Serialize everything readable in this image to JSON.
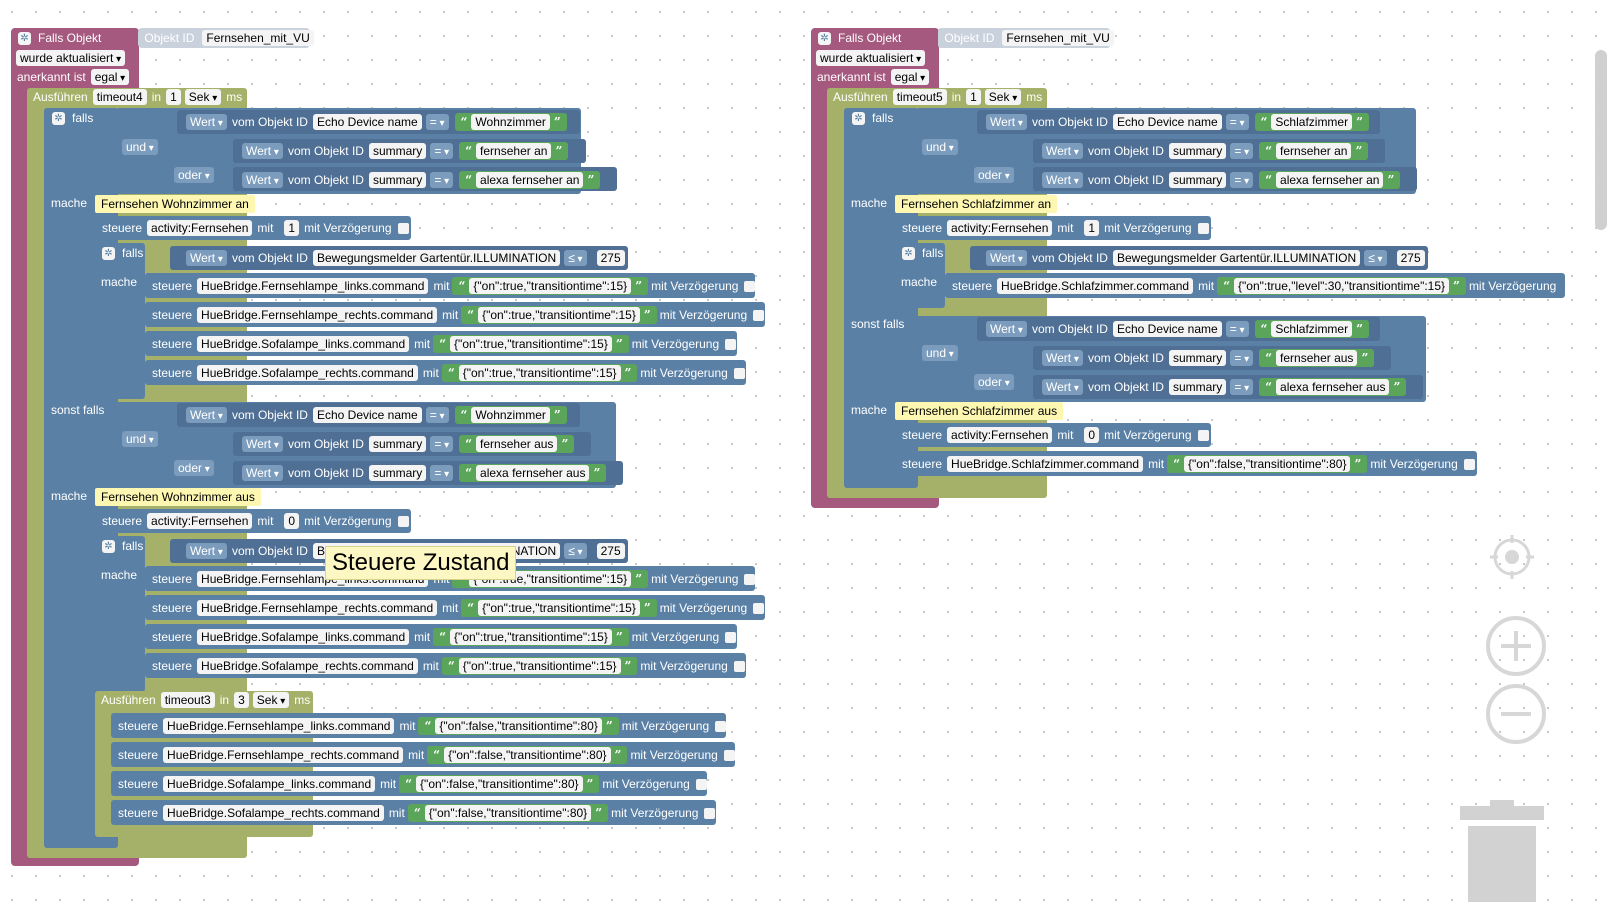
{
  "trigger": {
    "falls_objekt": "Falls Objekt",
    "objekt_id_label": "Objekt ID",
    "objekt_id_value": "Fernsehen_mit_VU",
    "wurde_aktualisiert": "wurde aktualisiert",
    "anerkannt_ist": "anerkannt ist",
    "egal": "egal"
  },
  "labels": {
    "ausfuehren": "Ausführen",
    "in": "in",
    "sek": "Sek",
    "ms": "ms",
    "falls": "falls",
    "und": "und",
    "oder": "oder",
    "mache": "mache",
    "sonst_falls": "sonst falls",
    "wert": "Wert",
    "vom_objekt_id": "vom Objekt ID",
    "eq": "=",
    "le": "≤",
    "steuere": "steuere",
    "mit": "mit",
    "mit_verzoegerung": "mit Verzögerung",
    "echo_device_name": "Echo Device name",
    "summary": "summary",
    "bewegungsmelder": "Bewegungsmelder Gartentür.ILLUMINATION",
    "activity": "activity:Fernsehen",
    "n275": "275",
    "one": "1",
    "zero": "0",
    "three": "3"
  },
  "left": {
    "timeout": "timeout4",
    "timeout_inner": "timeout3",
    "room": "Wohnzimmer",
    "fernseher_an": "fernseher an",
    "alexa_fernseher_an": "alexa fernseher an",
    "fernseher_aus": "fernseher aus",
    "alexa_fernseher_aus": "alexa fernseher aus",
    "note_an": "Fernsehen Wohnzimmer an",
    "note_aus": "Fernsehen Wohnzimmer aus",
    "cmd1": "HueBridge.Fernsehlampe_links.command",
    "cmd2": "HueBridge.Fernsehlampe_rechts.command",
    "cmd3": "HueBridge.Sofalampe_links.command",
    "cmd4": "HueBridge.Sofalampe_rechts.command",
    "on_val": "{\"on\":true,\"transitiontime\":15}",
    "off_val": "{\"on\":false,\"transitiontime\":80}"
  },
  "right": {
    "timeout": "timeout5",
    "room": "Schlafzimmer",
    "fernseher_an": "fernseher an",
    "alexa_fernseher_an": "alexa fernseher an",
    "fernseher_aus": "fernseher aus",
    "alexa_fernseher_aus": "alexa fernseher aus",
    "note_an": "Fernsehen Schlafzimmer an",
    "note_aus": "Fernsehen Schlafzimmer aus",
    "cmd": "HueBridge.Schlafzimmer.command",
    "on_val": "{\"on\":true,\"level\":30,\"transitiontime\":15}",
    "off_val": "{\"on\":false,\"transitiontime\":80}"
  },
  "tooltip": "Steuere Zustand"
}
